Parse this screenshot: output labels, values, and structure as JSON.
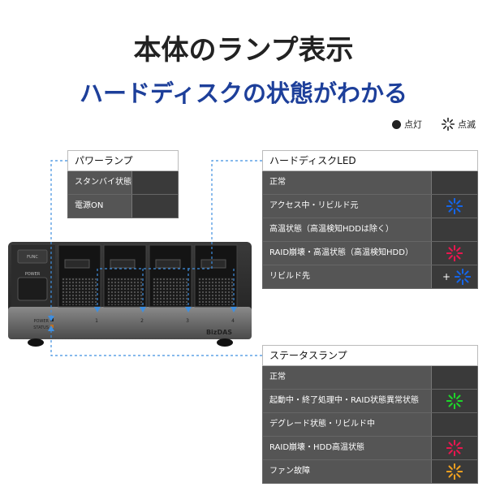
{
  "header": {
    "title": "本体のランプ表示",
    "subtitle": "ハードディスクの状態がわかる"
  },
  "legend": {
    "solid_label": "点灯",
    "blink_label": "点滅"
  },
  "power_panel": {
    "title": "パワーランプ",
    "rows": [
      {
        "label": "スタンバイ状態",
        "color": "#e8174f",
        "mode": "solid"
      },
      {
        "label": "電源ON",
        "color": "#1ed72a",
        "mode": "solid"
      }
    ]
  },
  "hdd_panel": {
    "title": "ハードディスクLED",
    "rows": [
      {
        "label": "正常",
        "color": "#1565e8",
        "mode": "solid"
      },
      {
        "label": "アクセス中・リビルド元",
        "color": "#1565e8",
        "mode": "blink"
      },
      {
        "label": "高温状態（高温検知HDDは除く）",
        "color": "#e8174f",
        "mode": "solid"
      },
      {
        "label": "RAID崩壊・高温状態（高温検知HDD）",
        "color": "#e8174f",
        "mode": "blink"
      },
      {
        "label": "リビルド先",
        "color": "#e8174f",
        "mode": "solid",
        "plus": "+",
        "color2": "#1565e8",
        "mode2": "blink"
      }
    ]
  },
  "status_panel": {
    "title": "ステータスランプ",
    "rows": [
      {
        "label": "正常",
        "color": "#1ed72a",
        "mode": "solid"
      },
      {
        "label": "起動中・終了処理中・RAID状態異常状態",
        "color": "#1ed72a",
        "mode": "blink"
      },
      {
        "label": "デグレード状態・リビルド中",
        "color": "#e8174f",
        "mode": "solid"
      },
      {
        "label": "RAID崩壊・HDD高温状態",
        "color": "#e8174f",
        "mode": "blink"
      },
      {
        "label": "ファン故障",
        "color": "#f0a020",
        "mode": "blink"
      }
    ]
  },
  "device": {
    "func_label": "FUNC",
    "power_label": "POWER",
    "led_power_label": "POWER",
    "led_status_label": "STATUS",
    "brand": "BizDAS",
    "bay_numbers": [
      "1",
      "2",
      "3",
      "4"
    ]
  }
}
